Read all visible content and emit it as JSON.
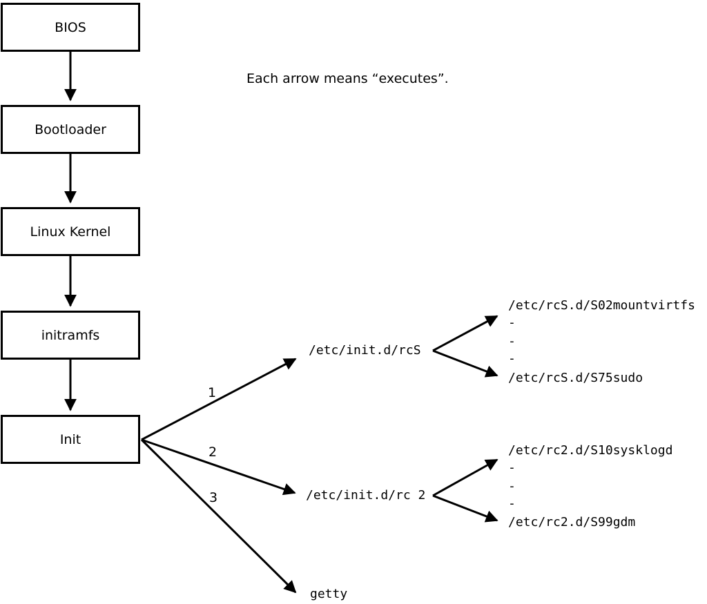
{
  "colors": {
    "line": "#000000",
    "background": "#ffffff",
    "text": "#000000"
  },
  "caption": "Each arrow means “executes”.",
  "chain": [
    {
      "label": "BIOS"
    },
    {
      "label": "Bootloader"
    },
    {
      "label": "Linux Kernel"
    },
    {
      "label": "initramfs"
    },
    {
      "label": "Init"
    }
  ],
  "init_branches": [
    {
      "number": "1",
      "target": "/etc/init.d/rcS"
    },
    {
      "number": "2",
      "target": "/etc/init.d/rc 2"
    },
    {
      "number": "3",
      "target": "getty"
    }
  ],
  "rcS_listing": {
    "first": "/etc/rcS.d/S02mountvirtfs",
    "ellipsis": [
      "-",
      "-",
      "-"
    ],
    "last": "/etc/rcS.d/S75sudo"
  },
  "rc2_listing": {
    "first": "/etc/rc2.d/S10sysklogd",
    "ellipsis": [
      "-",
      "-",
      "-"
    ],
    "last": "/etc/rc2.d/S99gdm"
  }
}
